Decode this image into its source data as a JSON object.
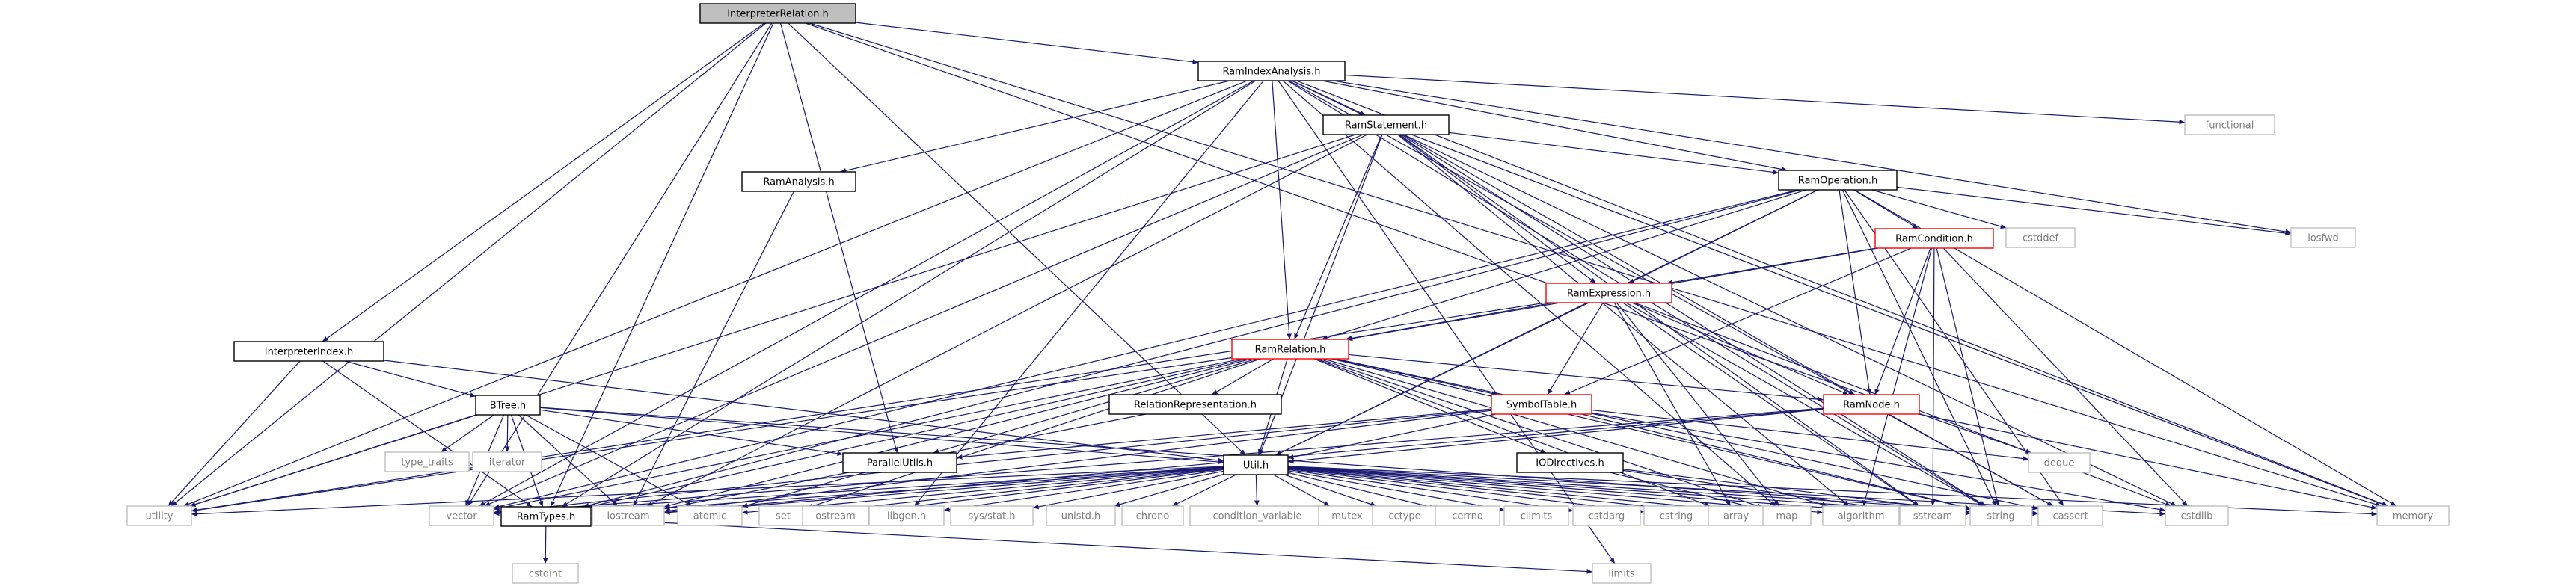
{
  "colors": {
    "edge": "#191970",
    "box_black": "#000000",
    "box_gray": "#bfbfbf",
    "box_red": "#ff0000",
    "text_dark": "#000000",
    "text_gray": "#7f7f7f",
    "root_fill": "#bfbfbf"
  },
  "nodes": [
    {
      "id": "interpreter_relation_h",
      "label": "InterpreterRelation.h",
      "style": "root"
    },
    {
      "id": "ram_index_analysis_h",
      "label": "RamIndexAnalysis.h",
      "style": "black"
    },
    {
      "id": "ram_statement_h",
      "label": "RamStatement.h",
      "style": "black"
    },
    {
      "id": "functional",
      "label": "functional",
      "style": "gray"
    },
    {
      "id": "ram_analysis_h",
      "label": "RamAnalysis.h",
      "style": "black"
    },
    {
      "id": "ram_operation_h",
      "label": "RamOperation.h",
      "style": "black"
    },
    {
      "id": "cstddef",
      "label": "cstddef",
      "style": "gray"
    },
    {
      "id": "iosfwd",
      "label": "iosfwd",
      "style": "gray"
    },
    {
      "id": "ram_condition_h",
      "label": "RamCondition.h",
      "style": "red"
    },
    {
      "id": "ram_expression_h",
      "label": "RamExpression.h",
      "style": "red"
    },
    {
      "id": "interpreter_index_h",
      "label": "InterpreterIndex.h",
      "style": "black"
    },
    {
      "id": "ram_relation_h",
      "label": "RamRelation.h",
      "style": "red"
    },
    {
      "id": "btree_h",
      "label": "BTree.h",
      "style": "black"
    },
    {
      "id": "relation_representation_h",
      "label": "RelationRepresentation.h",
      "style": "black"
    },
    {
      "id": "symbol_table_h",
      "label": "SymbolTable.h",
      "style": "red"
    },
    {
      "id": "ram_node_h",
      "label": "RamNode.h",
      "style": "red"
    },
    {
      "id": "type_traits",
      "label": "type_traits",
      "style": "gray"
    },
    {
      "id": "iterator",
      "label": "iterator",
      "style": "gray"
    },
    {
      "id": "parallel_utils_h",
      "label": "ParallelUtils.h",
      "style": "black"
    },
    {
      "id": "util_h",
      "label": "Util.h",
      "style": "black"
    },
    {
      "id": "io_directives_h",
      "label": "IODirectives.h",
      "style": "black"
    },
    {
      "id": "deque",
      "label": "deque",
      "style": "gray"
    },
    {
      "id": "utility",
      "label": "utility",
      "style": "gray"
    },
    {
      "id": "vector",
      "label": "vector",
      "style": "gray"
    },
    {
      "id": "ram_types_h",
      "label": "RamTypes.h",
      "style": "black"
    },
    {
      "id": "iostream",
      "label": "iostream",
      "style": "gray"
    },
    {
      "id": "atomic",
      "label": "atomic",
      "style": "gray"
    },
    {
      "id": "set",
      "label": "set",
      "style": "gray"
    },
    {
      "id": "ostream",
      "label": "ostream",
      "style": "gray"
    },
    {
      "id": "libgen_h",
      "label": "libgen.h",
      "style": "gray"
    },
    {
      "id": "sys_stat_h",
      "label": "sys/stat.h",
      "style": "gray"
    },
    {
      "id": "unistd_h",
      "label": "unistd.h",
      "style": "gray"
    },
    {
      "id": "chrono",
      "label": "chrono",
      "style": "gray"
    },
    {
      "id": "condition_variable",
      "label": "condition_variable",
      "style": "gray"
    },
    {
      "id": "mutex",
      "label": "mutex",
      "style": "gray"
    },
    {
      "id": "cctype",
      "label": "cctype",
      "style": "gray"
    },
    {
      "id": "cerrno",
      "label": "cerrno",
      "style": "gray"
    },
    {
      "id": "climits",
      "label": "climits",
      "style": "gray"
    },
    {
      "id": "cstdarg",
      "label": "cstdarg",
      "style": "gray"
    },
    {
      "id": "cstring",
      "label": "cstring",
      "style": "gray"
    },
    {
      "id": "array",
      "label": "array",
      "style": "gray"
    },
    {
      "id": "map",
      "label": "map",
      "style": "gray"
    },
    {
      "id": "algorithm",
      "label": "algorithm",
      "style": "gray"
    },
    {
      "id": "sstream",
      "label": "sstream",
      "style": "gray"
    },
    {
      "id": "string",
      "label": "string",
      "style": "gray"
    },
    {
      "id": "cassert",
      "label": "cassert",
      "style": "gray"
    },
    {
      "id": "cstdlib",
      "label": "cstdlib",
      "style": "gray"
    },
    {
      "id": "memory",
      "label": "memory",
      "style": "gray"
    },
    {
      "id": "cstdint",
      "label": "cstdint",
      "style": "gray"
    },
    {
      "id": "limits",
      "label": "limits",
      "style": "gray"
    }
  ],
  "edges": [
    [
      "interpreter_relation_h",
      "ram_index_analysis_h"
    ],
    [
      "interpreter_relation_h",
      "interpreter_index_h"
    ],
    [
      "interpreter_relation_h",
      "utility"
    ],
    [
      "interpreter_relation_h",
      "vector"
    ],
    [
      "interpreter_relation_h",
      "ram_types_h"
    ],
    [
      "interpreter_relation_h",
      "parallel_utils_h"
    ],
    [
      "interpreter_relation_h",
      "util_h"
    ],
    [
      "interpreter_relation_h",
      "deque"
    ],
    [
      "interpreter_relation_h",
      "memory"
    ],
    [
      "ram_index_analysis_h",
      "ram_statement_h"
    ],
    [
      "ram_index_analysis_h",
      "functional"
    ],
    [
      "ram_index_analysis_h",
      "ram_analysis_h"
    ],
    [
      "ram_index_analysis_h",
      "ram_operation_h"
    ],
    [
      "ram_index_analysis_h",
      "iosfwd"
    ],
    [
      "ram_index_analysis_h",
      "ram_relation_h"
    ],
    [
      "ram_index_analysis_h",
      "utility"
    ],
    [
      "ram_index_analysis_h",
      "vector"
    ],
    [
      "ram_index_analysis_h",
      "ram_types_h"
    ],
    [
      "ram_index_analysis_h",
      "libgen_h"
    ],
    [
      "ram_index_analysis_h",
      "map"
    ],
    [
      "ram_index_analysis_h",
      "string"
    ],
    [
      "ram_index_analysis_h",
      "cassert"
    ],
    [
      "ram_index_analysis_h",
      "cstdlib"
    ],
    [
      "ram_index_analysis_h",
      "memory"
    ],
    [
      "ram_index_analysis_h",
      "limits"
    ],
    [
      "ram_statement_h",
      "ram_operation_h"
    ],
    [
      "ram_statement_h",
      "ram_expression_h"
    ],
    [
      "ram_statement_h",
      "ram_relation_h"
    ],
    [
      "ram_statement_h",
      "ram_node_h"
    ],
    [
      "ram_statement_h",
      "util_h"
    ],
    [
      "ram_statement_h",
      "vector"
    ],
    [
      "ram_statement_h",
      "iostream"
    ],
    [
      "ram_statement_h",
      "algorithm"
    ],
    [
      "ram_statement_h",
      "sstream"
    ],
    [
      "ram_statement_h",
      "string"
    ],
    [
      "ram_statement_h",
      "memory"
    ],
    [
      "ram_statement_h",
      "utility"
    ],
    [
      "ram_analysis_h",
      "iostream"
    ],
    [
      "ram_operation_h",
      "ram_condition_h"
    ],
    [
      "ram_operation_h",
      "ram_expression_h"
    ],
    [
      "ram_operation_h",
      "ram_relation_h"
    ],
    [
      "ram_operation_h",
      "ram_node_h"
    ],
    [
      "ram_operation_h",
      "cstddef"
    ],
    [
      "ram_operation_h",
      "iosfwd"
    ],
    [
      "ram_operation_h",
      "util_h"
    ],
    [
      "ram_operation_h",
      "vector"
    ],
    [
      "ram_operation_h",
      "ram_types_h"
    ],
    [
      "ram_operation_h",
      "string"
    ],
    [
      "ram_operation_h",
      "cassert"
    ],
    [
      "ram_operation_h",
      "memory"
    ],
    [
      "ram_condition_h",
      "ram_expression_h"
    ],
    [
      "ram_condition_h",
      "ram_relation_h"
    ],
    [
      "ram_condition_h",
      "ram_node_h"
    ],
    [
      "ram_condition_h",
      "symbol_table_h"
    ],
    [
      "ram_condition_h",
      "algorithm"
    ],
    [
      "ram_condition_h",
      "sstream"
    ],
    [
      "ram_condition_h",
      "string"
    ],
    [
      "ram_condition_h",
      "cstdlib"
    ],
    [
      "ram_expression_h",
      "ram_relation_h"
    ],
    [
      "ram_expression_h",
      "ram_node_h"
    ],
    [
      "ram_expression_h",
      "symbol_table_h"
    ],
    [
      "ram_expression_h",
      "util_h"
    ],
    [
      "ram_expression_h",
      "utility"
    ],
    [
      "ram_expression_h",
      "array"
    ],
    [
      "ram_expression_h",
      "map"
    ],
    [
      "ram_expression_h",
      "sstream"
    ],
    [
      "ram_expression_h",
      "string"
    ],
    [
      "ram_expression_h",
      "cstdlib"
    ],
    [
      "interpreter_index_h",
      "btree_h"
    ],
    [
      "interpreter_index_h",
      "util_h"
    ],
    [
      "interpreter_index_h",
      "utility"
    ],
    [
      "interpreter_index_h",
      "ram_types_h"
    ],
    [
      "ram_relation_h",
      "relation_representation_h"
    ],
    [
      "ram_relation_h",
      "symbol_table_h"
    ],
    [
      "ram_relation_h",
      "ram_node_h"
    ],
    [
      "ram_relation_h",
      "parallel_utils_h"
    ],
    [
      "ram_relation_h",
      "util_h"
    ],
    [
      "ram_relation_h",
      "io_directives_h"
    ],
    [
      "ram_relation_h",
      "utility"
    ],
    [
      "ram_relation_h",
      "vector"
    ],
    [
      "ram_relation_h",
      "ram_types_h"
    ],
    [
      "ram_relation_h",
      "iostream"
    ],
    [
      "ram_relation_h",
      "set"
    ],
    [
      "ram_relation_h",
      "array"
    ],
    [
      "ram_relation_h",
      "map"
    ],
    [
      "ram_relation_h",
      "algorithm"
    ],
    [
      "ram_relation_h",
      "string"
    ],
    [
      "ram_relation_h",
      "cassert"
    ],
    [
      "btree_h",
      "type_traits"
    ],
    [
      "btree_h",
      "iterator"
    ],
    [
      "btree_h",
      "parallel_utils_h"
    ],
    [
      "btree_h",
      "util_h"
    ],
    [
      "btree_h",
      "utility"
    ],
    [
      "btree_h",
      "vector"
    ],
    [
      "btree_h",
      "iostream"
    ],
    [
      "btree_h",
      "atomic"
    ],
    [
      "btree_h",
      "ram_types_h"
    ],
    [
      "btree_h",
      "cassert"
    ],
    [
      "relation_representation_h",
      "iostream"
    ],
    [
      "symbol_table_h",
      "parallel_utils_h"
    ],
    [
      "symbol_table_h",
      "util_h"
    ],
    [
      "symbol_table_h",
      "deque"
    ],
    [
      "symbol_table_h",
      "vector"
    ],
    [
      "symbol_table_h",
      "iostream"
    ],
    [
      "symbol_table_h",
      "string"
    ],
    [
      "symbol_table_h",
      "cstdlib"
    ],
    [
      "ram_node_h",
      "util_h"
    ],
    [
      "ram_node_h",
      "vector"
    ],
    [
      "ram_node_h",
      "iostream"
    ],
    [
      "ram_node_h",
      "cassert"
    ],
    [
      "ram_node_h",
      "memory"
    ],
    [
      "parallel_utils_h",
      "atomic"
    ],
    [
      "util_h",
      "ram_types_h"
    ],
    [
      "util_h",
      "utility"
    ],
    [
      "util_h",
      "vector"
    ],
    [
      "util_h",
      "iostream"
    ],
    [
      "util_h",
      "atomic"
    ],
    [
      "util_h",
      "set"
    ],
    [
      "util_h",
      "ostream"
    ],
    [
      "util_h",
      "libgen_h"
    ],
    [
      "util_h",
      "sys_stat_h"
    ],
    [
      "util_h",
      "unistd_h"
    ],
    [
      "util_h",
      "chrono"
    ],
    [
      "util_h",
      "condition_variable"
    ],
    [
      "util_h",
      "mutex"
    ],
    [
      "util_h",
      "cctype"
    ],
    [
      "util_h",
      "cerrno"
    ],
    [
      "util_h",
      "climits"
    ],
    [
      "util_h",
      "cstdarg"
    ],
    [
      "util_h",
      "cstring"
    ],
    [
      "util_h",
      "array"
    ],
    [
      "util_h",
      "map"
    ],
    [
      "util_h",
      "algorithm"
    ],
    [
      "util_h",
      "sstream"
    ],
    [
      "util_h",
      "string"
    ],
    [
      "util_h",
      "cassert"
    ],
    [
      "util_h",
      "cstdlib"
    ],
    [
      "util_h",
      "memory"
    ],
    [
      "io_directives_h",
      "map"
    ],
    [
      "io_directives_h",
      "sstream"
    ],
    [
      "io_directives_h",
      "string"
    ],
    [
      "ram_types_h",
      "cstdint"
    ],
    [
      "ram_types_h",
      "limits"
    ]
  ]
}
